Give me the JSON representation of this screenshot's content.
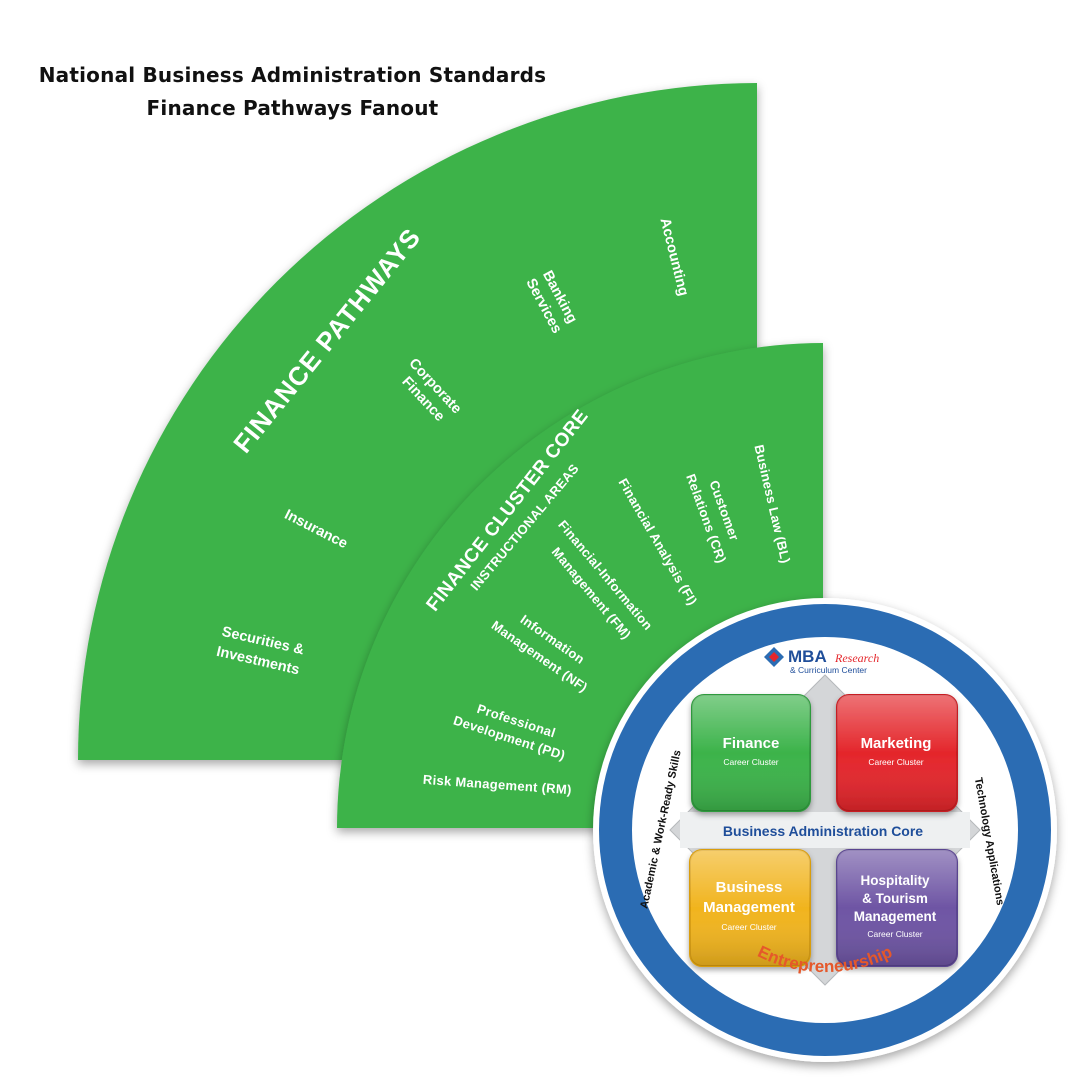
{
  "title": {
    "line1": "National Business Administration Standards",
    "line2": "Finance Pathways Fanout"
  },
  "outer_fan": {
    "heading": "FINANCE PATHWAYS",
    "pathways": [
      "Accounting",
      "Banking",
      "Services",
      "Corporate",
      "Finance",
      "Insurance",
      "Securities &",
      "Investments"
    ]
  },
  "inner_fan": {
    "heading": "FINANCE CLUSTER CORE",
    "subheading": "INSTRUCTIONAL AREAS",
    "areas": [
      "Business Law (BL)",
      "Customer",
      "Relations (CR)",
      "Financial Analysis (FI)",
      "Financial-Information",
      "Management (FM)",
      "Information",
      "Management (NF)",
      "Professional",
      "Development (PD)",
      "Risk Management (RM)"
    ]
  },
  "seal": {
    "ring_top": "National Business Administration Standards",
    "ring_bottom": "MBA Research & Curriculum Center",
    "left_text": "Academic & Work-Ready Skills",
    "right_text": "Technology Applications",
    "logo_mark": "MBA",
    "logo_research": "Research",
    "logo_center": "& Curriculum Center",
    "core_label": "Business Administration Core",
    "bottom_label": "Entrepreneurship",
    "clusters": [
      {
        "title_lines": [
          "Finance"
        ],
        "subtitle": "Career Cluster",
        "color": "#3cb34a"
      },
      {
        "title_lines": [
          "Marketing"
        ],
        "subtitle": "Career Cluster",
        "color": "#e4262b"
      },
      {
        "title_lines": [
          "Business",
          "Management"
        ],
        "subtitle": "Career Cluster",
        "color": "#f1b41e"
      },
      {
        "title_lines": [
          "Hospitality",
          "& Tourism",
          "Management"
        ],
        "subtitle": "Career Cluster",
        "color": "#6e55a4"
      }
    ]
  },
  "colors": {
    "fan_green": "#3cb34a",
    "ring_blue": "#2b6cb3",
    "entrepreneurship_orange": "#e5582a",
    "core_blue": "#1f4e9a"
  }
}
